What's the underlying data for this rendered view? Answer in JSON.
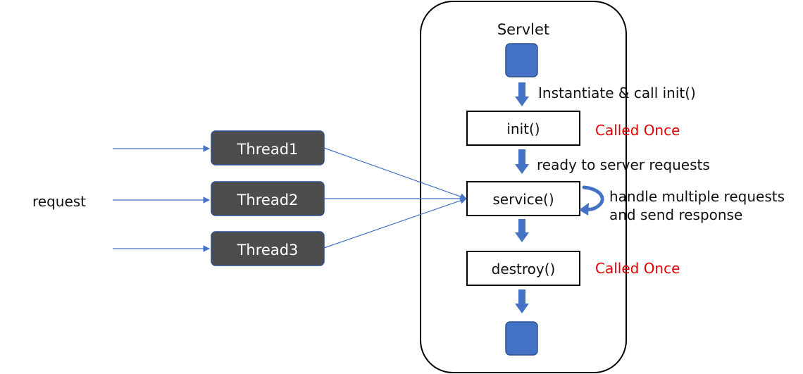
{
  "container": {
    "title": "Servlet"
  },
  "left": {
    "request_label": "request",
    "threads": [
      "Thread1",
      "Thread2",
      "Thread3"
    ]
  },
  "flow": {
    "steps": [
      "init()",
      "service()",
      "destroy()"
    ],
    "labels": {
      "instantiate": "Instantiate & call init()",
      "ready": "ready to server requests",
      "handle_line1": "handle multiple requests",
      "handle_line2": "and send response"
    },
    "notes": {
      "init": "Called Once",
      "destroy": "Called Once"
    }
  },
  "colors": {
    "accent_blue": "#4472c4",
    "thread_fill": "#4d4d4d",
    "note_red": "#e00000",
    "container_stroke": "#000000"
  }
}
